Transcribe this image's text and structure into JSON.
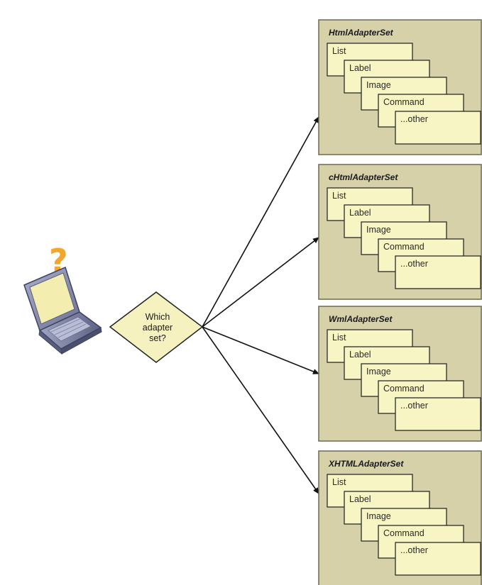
{
  "colors": {
    "set_fill": "#d6d1a8",
    "set_stroke": "#6b6a52",
    "card_fill": "#f8f5c4",
    "card_stroke": "#2b2b2b",
    "decision_fill": "#f6f2bf",
    "arrow": "#111111",
    "question_mark": "#f2a62c",
    "laptop_body": "#8c91ad",
    "laptop_screen": "#f3eeb0"
  },
  "client": {
    "icon": "laptop-icon",
    "question_mark": "?"
  },
  "decision": {
    "lines": [
      "Which",
      "adapter",
      "set?"
    ]
  },
  "adapter_sets": [
    {
      "title": "HtmlAdapterSet",
      "adapters": [
        "List",
        "Label",
        "Image",
        "Command",
        "...other"
      ]
    },
    {
      "title": "cHtmlAdapterSet",
      "adapters": [
        "List",
        "Label",
        "Image",
        "Command",
        "...other"
      ]
    },
    {
      "title": "WmlAdapterSet",
      "adapters": [
        "List",
        "Label",
        "Image",
        "Command",
        "...other"
      ]
    },
    {
      "title": "XHTMLAdapterSet",
      "adapters": [
        "List",
        "Label",
        "Image",
        "Command",
        "...other"
      ]
    }
  ]
}
